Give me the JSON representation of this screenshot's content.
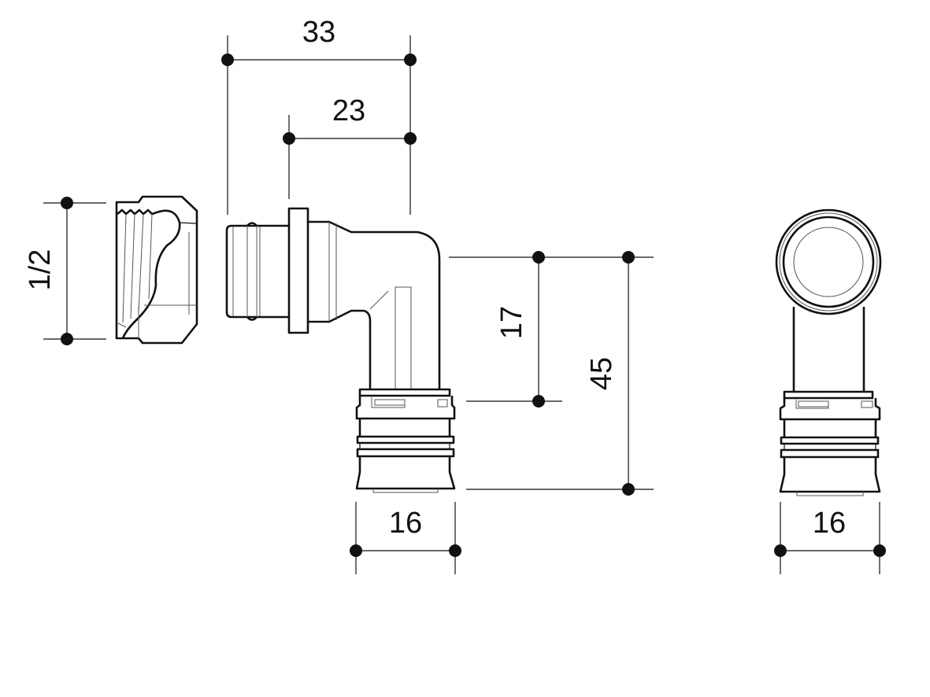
{
  "dimensions": {
    "overall_length": "33",
    "stub_length": "23",
    "thread_size": "1/2",
    "outlet_height": "17",
    "total_height": "45",
    "pipe_diameter_side": "16",
    "pipe_diameter_front": "16"
  },
  "colors": {
    "line": "#111111",
    "background": "#ffffff"
  }
}
